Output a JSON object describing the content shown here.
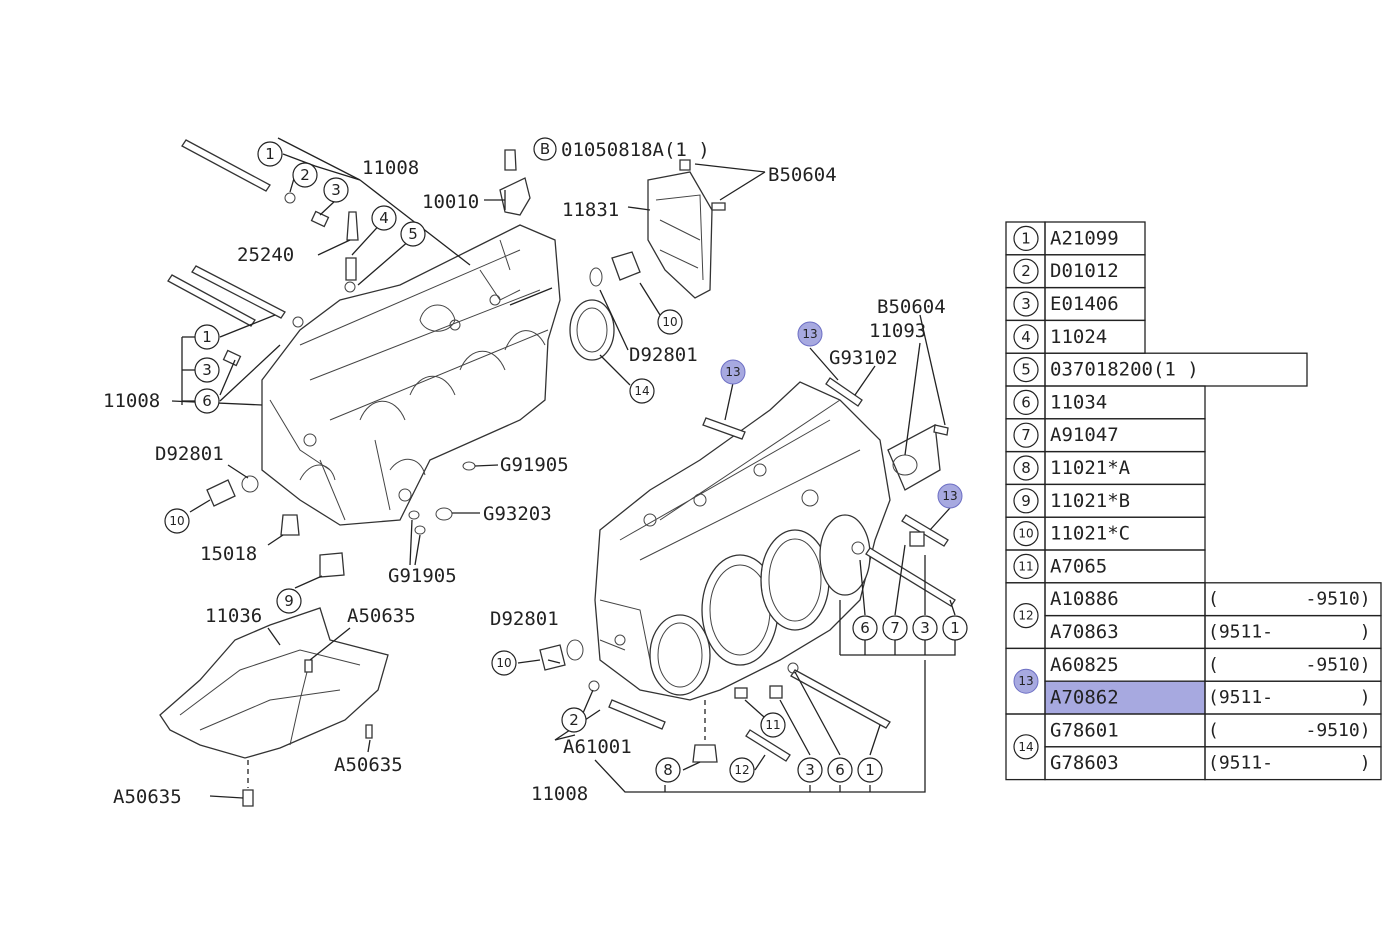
{
  "callouts": {
    "c1": "1",
    "c2": "2",
    "c3": "3",
    "c4": "4",
    "c5": "5",
    "c6": "6",
    "c8": "8",
    "c9": "9",
    "c10": "10",
    "c11": "11",
    "c12": "12",
    "c13": "13",
    "c14": "14",
    "b": "B",
    "c7": "7"
  },
  "labels": {
    "l11008_top": "11008",
    "l10010": "10010",
    "l25240": "25240",
    "l01050818": "01050818A(1  )",
    "lB50604_top": "B50604",
    "l11831": "11831",
    "lD92801_mid": "D92801",
    "l11008_left": "11008",
    "lD92801_left": "D92801",
    "lG91905_a": "G91905",
    "lG93203": "G93203",
    "l15018": "15018",
    "lG91905_b": "G91905",
    "l11036": "11036",
    "lA50635_a": "A50635",
    "lA50635_b": "A50635",
    "lA50635_c": "A50635",
    "lB50604_right": "B50604",
    "l11093": "11093",
    "lG93102": "G93102",
    "lD92801_bottom": "D92801",
    "lA61001": "A61001",
    "l11008_bottom": "11008"
  },
  "parts_table": {
    "rows": [
      {
        "ref": "1",
        "part": "A21099",
        "note": ""
      },
      {
        "ref": "2",
        "part": "D01012",
        "note": ""
      },
      {
        "ref": "3",
        "part": "E01406",
        "note": ""
      },
      {
        "ref": "4",
        "part": "11024",
        "note": ""
      },
      {
        "ref": "5",
        "part": "037018200(1  )",
        "note": ""
      },
      {
        "ref": "6",
        "part": "11034",
        "note": ""
      },
      {
        "ref": "7",
        "part": "A91047",
        "note": ""
      },
      {
        "ref": "8",
        "part": "11021*A",
        "note": ""
      },
      {
        "ref": "9",
        "part": "11021*B",
        "note": ""
      },
      {
        "ref": "10",
        "part": "11021*C",
        "note": ""
      },
      {
        "ref": "11",
        "part": "A7065",
        "note": ""
      },
      {
        "ref": "12",
        "part": "A10886",
        "note": "(        -9510)"
      },
      {
        "ref": "12",
        "part": "A70863",
        "note": "(9511-        )"
      },
      {
        "ref": "13",
        "part": "A60825",
        "note": "(        -9510)"
      },
      {
        "ref": "13",
        "part": "A70862",
        "note": "(9511-        )"
      },
      {
        "ref": "14",
        "part": "G78601",
        "note": "(        -9510)"
      },
      {
        "ref": "14",
        "part": "G78603",
        "note": "(9511-        )"
      }
    ],
    "highlighted_ref": "13",
    "highlighted_part": "A70862",
    "highlight_color": "#a7a9e0"
  }
}
